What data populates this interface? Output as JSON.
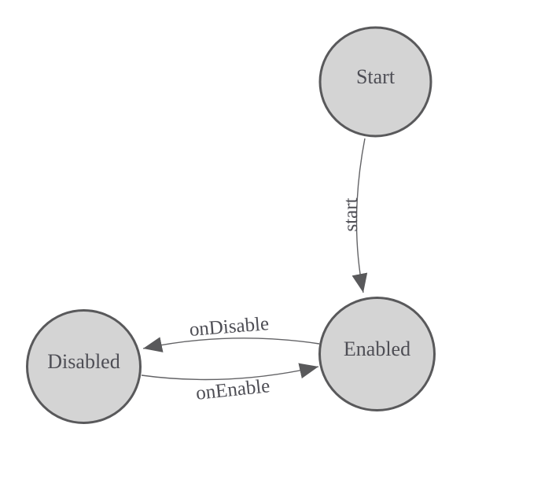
{
  "diagram": {
    "type": "state-machine",
    "background_color": "#ffffff",
    "node_fill": "#d4d4d4",
    "node_stroke": "#59595b",
    "edge_color": "#636366",
    "arrowhead_color": "#59595b",
    "text_color": "#4e4e55",
    "nodes": [
      {
        "id": "start",
        "label": "Start"
      },
      {
        "id": "enabled",
        "label": "Enabled"
      },
      {
        "id": "disabled",
        "label": "Disabled"
      }
    ],
    "edges": [
      {
        "from": "Start",
        "to": "Enabled",
        "label": "start"
      },
      {
        "from": "Enabled",
        "to": "Disabled",
        "label": "onDisable"
      },
      {
        "from": "Disabled",
        "to": "Enabled",
        "label": "onEnable"
      }
    ]
  }
}
